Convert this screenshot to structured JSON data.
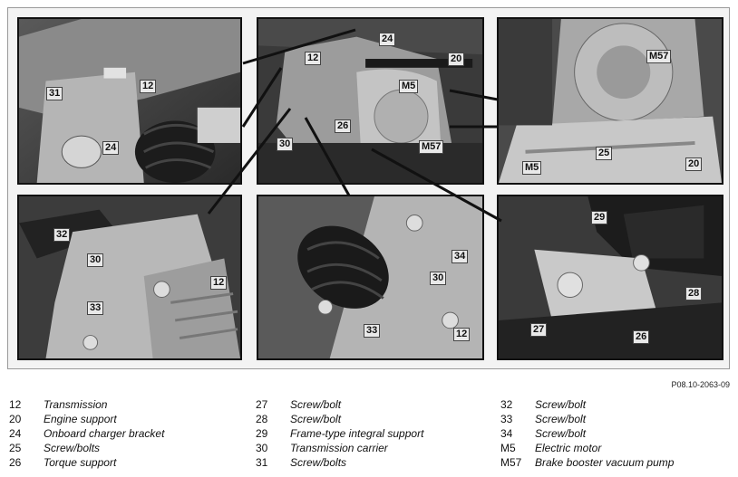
{
  "reference": "P08.10-2063-09",
  "callouts": {
    "p1": [
      "31",
      "12",
      "24"
    ],
    "p2": [
      "24",
      "12",
      "20",
      "M5",
      "26",
      "30",
      "M57"
    ],
    "p3": [
      "M57",
      "25",
      "M5",
      "20"
    ],
    "p4": [
      "32",
      "30",
      "12",
      "33"
    ],
    "p5": [
      "34",
      "30",
      "33",
      "12"
    ],
    "p6": [
      "29",
      "28",
      "27",
      "26"
    ]
  },
  "legend": {
    "col1": [
      {
        "num": "12",
        "text": "Transmission"
      },
      {
        "num": "20",
        "text": "Engine support"
      },
      {
        "num": "24",
        "text": "Onboard charger bracket"
      },
      {
        "num": "25",
        "text": "Screw/bolts"
      },
      {
        "num": "26",
        "text": "Torque support"
      }
    ],
    "col2": [
      {
        "num": "27",
        "text": "Screw/bolt"
      },
      {
        "num": "28",
        "text": "Screw/bolt"
      },
      {
        "num": "29",
        "text": "Frame-type integral support"
      },
      {
        "num": "30",
        "text": "Transmission carrier"
      },
      {
        "num": "31",
        "text": "Screw/bolts"
      }
    ],
    "col3": [
      {
        "num": "32",
        "text": "Screw/bolt"
      },
      {
        "num": "33",
        "text": "Screw/bolt"
      },
      {
        "num": "34",
        "text": "Screw/bolt"
      },
      {
        "num": "M5",
        "text": "Electric motor"
      },
      {
        "num": "M57",
        "text": "Brake booster vacuum pump"
      }
    ]
  }
}
